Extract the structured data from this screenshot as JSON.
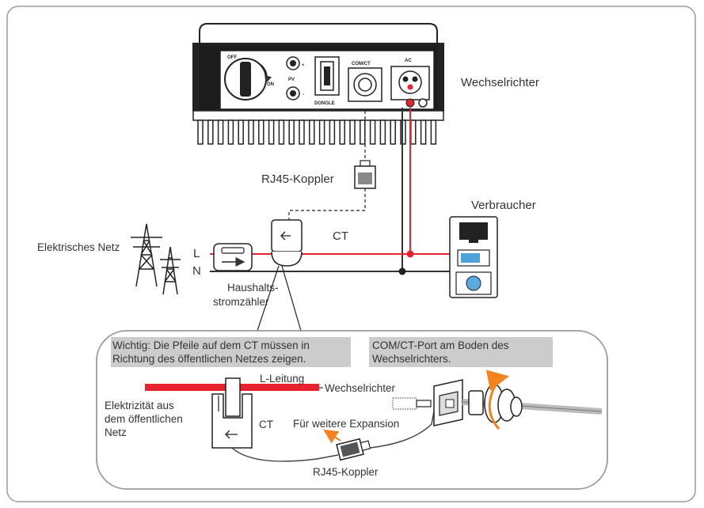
{
  "inverter": {
    "label": "Wechselrichter",
    "switch_off": "OFF",
    "switch_on": "ON",
    "pv_label": "PV",
    "plus_sign": "+",
    "minus_sign": "-",
    "dongle_label": "DONGLE",
    "comct_label": "COM/CT",
    "ac_label": "AC"
  },
  "rj45_top_label": "RJ45-Koppler",
  "ct_top_label": "CT",
  "grid": {
    "label": "Elektrisches Netz",
    "line_l": "L",
    "line_n": "N"
  },
  "meter_label_line1": "Haushalts-",
  "meter_label_line2": "stromzähler",
  "loads_label": "Verbraucher",
  "detail": {
    "note_left_line1": "Wichtig: Die Pfeile auf dem CT müssen in",
    "note_left_line2": "Richtung des öffentlichen Netzes zeigen.",
    "note_right_line1": "COM/CT-Port am Boden des",
    "note_right_line2": "Wechselrichters.",
    "l_line_label": "L-Leitung",
    "inverter_arrow_label": "Wechselrichter",
    "grid_side_line1": "Elektrizität aus",
    "grid_side_line2": "dem öffentlichen",
    "grid_side_line3": "Netz",
    "ct_label": "CT",
    "expansion_label": "Für weitere Expansion",
    "rj45_bottom_label": "RJ45-Koppler"
  },
  "colors": {
    "live_line": "#e8232f",
    "neutral_line": "#333333",
    "note_bg": "#cccccc",
    "orange_arrow": "#f58220",
    "frame": "#9a9a9a"
  }
}
